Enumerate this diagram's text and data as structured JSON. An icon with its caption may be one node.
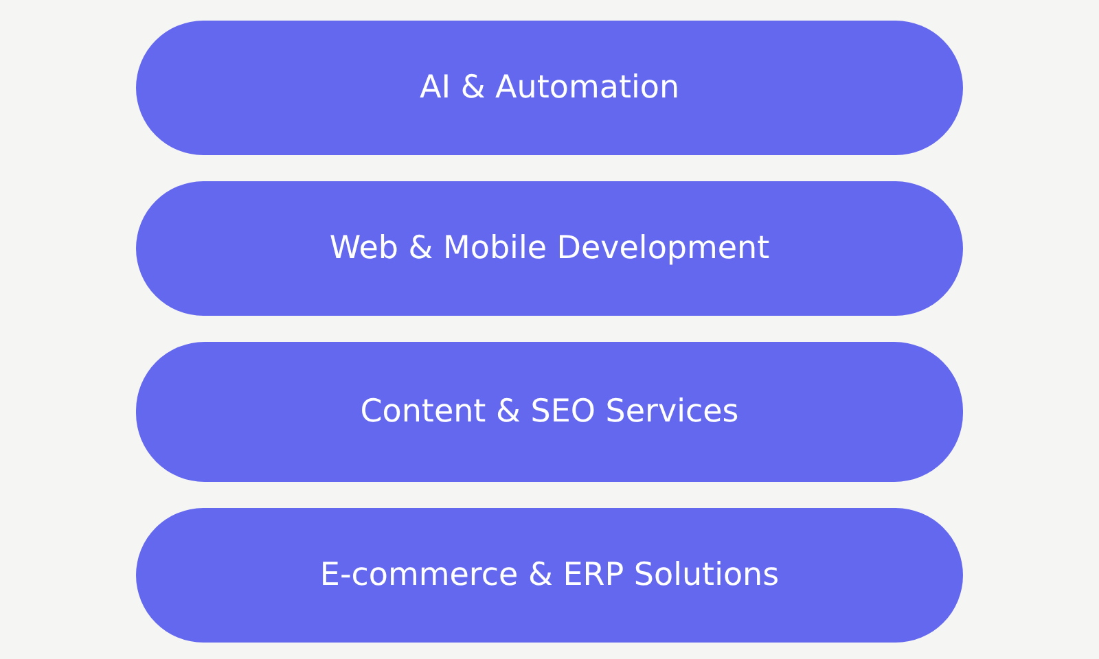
{
  "diagram": {
    "nodes": [
      {
        "text": [
          "AI & Automation"
        ]
      },
      {
        "text": [
          "Web & Mobile Development"
        ]
      },
      {
        "text": [
          "Content & SEO Services"
        ]
      },
      {
        "text": [
          "E-commerce & ERP Solutions"
        ]
      }
    ]
  }
}
